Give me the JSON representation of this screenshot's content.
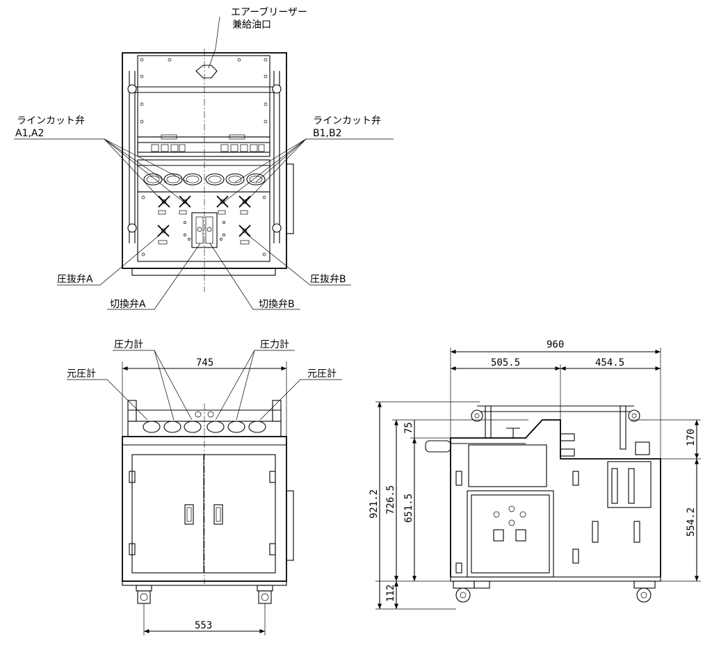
{
  "top_view": {
    "air_breather_label_1": "エアーブリーザー",
    "air_breather_label_2": "兼給油口",
    "line_cut_valve_a_label_1": "ラインカット弁",
    "line_cut_valve_a_label_2": "A1,A2",
    "line_cut_valve_b_label_1": "ラインカット弁",
    "line_cut_valve_b_label_2": "B1,B2",
    "pressure_relief_valve_a": "圧抜弁A",
    "pressure_relief_valve_b": "圧抜弁B",
    "switch_valve_a": "切換弁A",
    "switch_valve_b": "切換弁B"
  },
  "front_view": {
    "pressure_gauge_left": "圧力計",
    "pressure_gauge_right": "圧力計",
    "source_gauge_left": "元圧計",
    "source_gauge_right": "元圧計",
    "dim_width": "745",
    "dim_wheel_base": "553"
  },
  "side_view": {
    "dim_total_width": "960",
    "dim_left_width": "505.5",
    "dim_right_width": "454.5",
    "dim_75": "75",
    "dim_170": "170",
    "dim_921_2": "921.2",
    "dim_726_5": "726.5",
    "dim_651_5": "651.5",
    "dim_554_2": "554.2",
    "dim_112": "112"
  }
}
